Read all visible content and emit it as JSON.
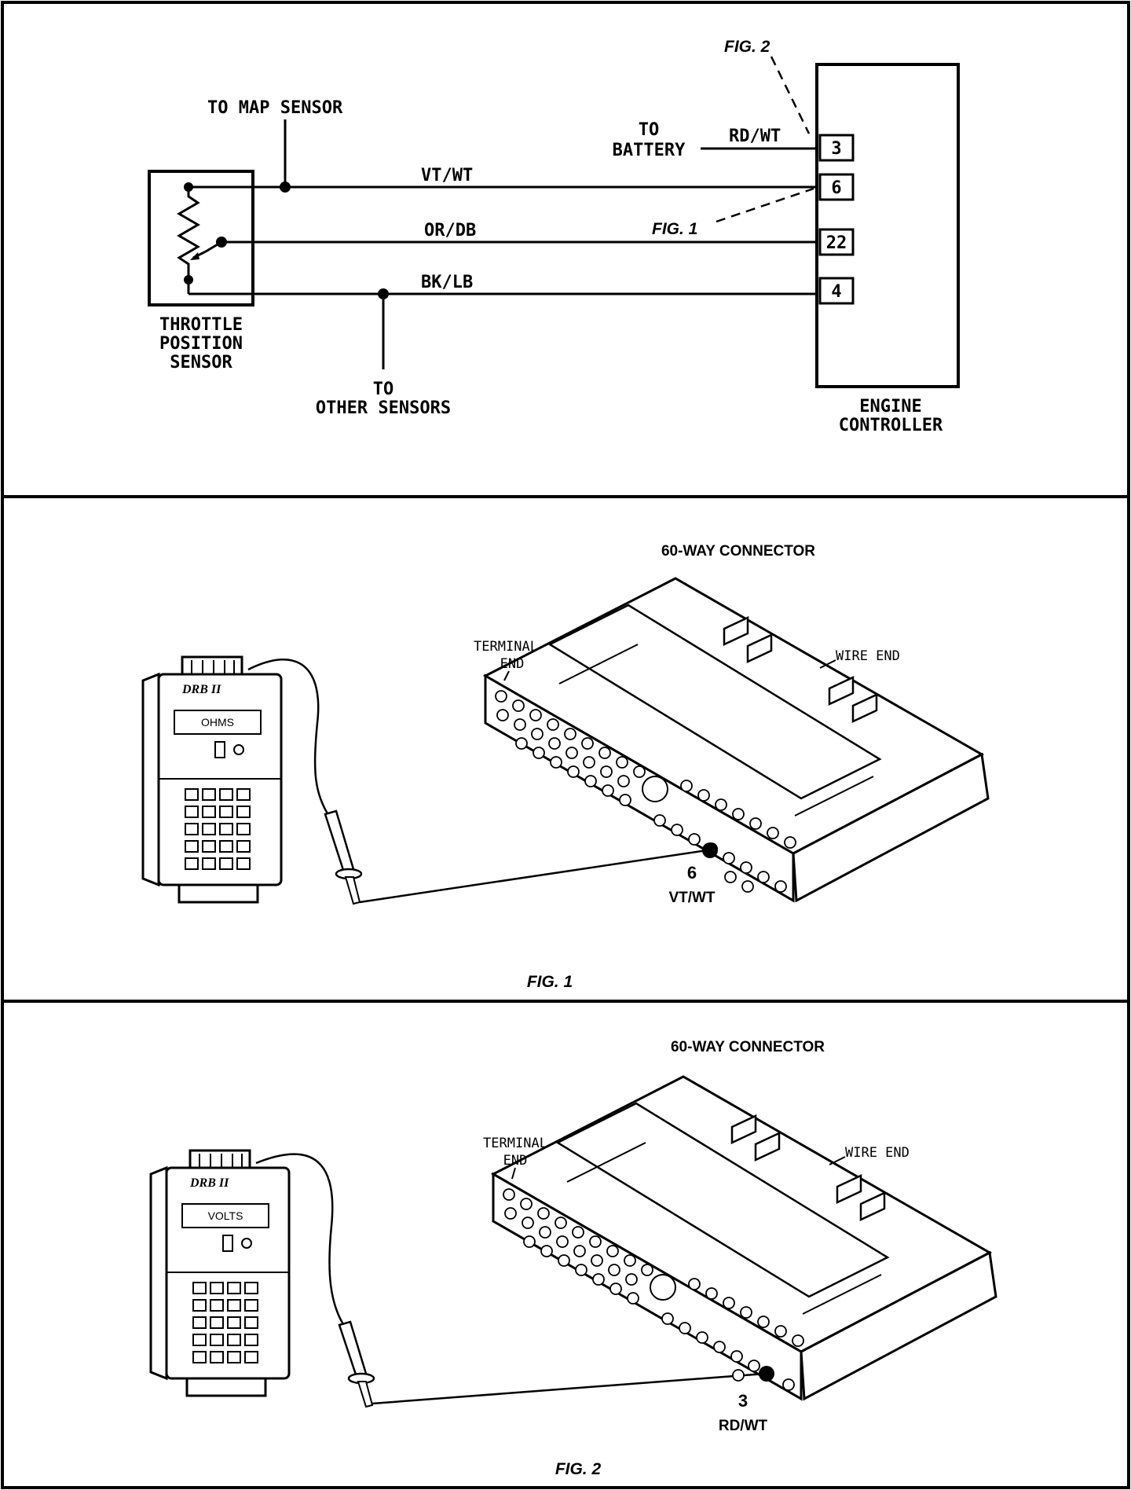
{
  "wiring": {
    "fig2_ref": "FIG. 2",
    "fig1_ref": "FIG. 1",
    "to_map_sensor": "TO MAP SENSOR",
    "to_battery_1": "TO",
    "to_battery_2": "BATTERY",
    "wire_rdwt": "RD/WT",
    "wire_vtwt": "VT/WT",
    "wire_ordb": "OR/DB",
    "wire_bklb": "BK/LB",
    "pins": [
      "3",
      "6",
      "22",
      "4"
    ],
    "tps_1": "THROTTLE",
    "tps_2": "POSITION",
    "tps_3": "SENSOR",
    "other_1": "TO",
    "other_2": "OTHER SENSORS",
    "ec_1": "ENGINE",
    "ec_2": "CONTROLLER"
  },
  "fig1": {
    "title": "60-WAY CONNECTOR",
    "terminal_end_1": "TERMINAL",
    "terminal_end_2": "END",
    "wire_end": "WIRE END",
    "screen": "OHMS",
    "brand": "DRB II",
    "pin_num": "6",
    "pin_wire": "VT/WT",
    "caption": "FIG. 1"
  },
  "fig2": {
    "title": "60-WAY CONNECTOR",
    "terminal_end_1": "TERMINAL",
    "terminal_end_2": "END",
    "wire_end": "WIRE END",
    "screen": "VOLTS",
    "brand": "DRB II",
    "pin_num": "3",
    "pin_wire": "RD/WT",
    "caption": "FIG. 2"
  }
}
